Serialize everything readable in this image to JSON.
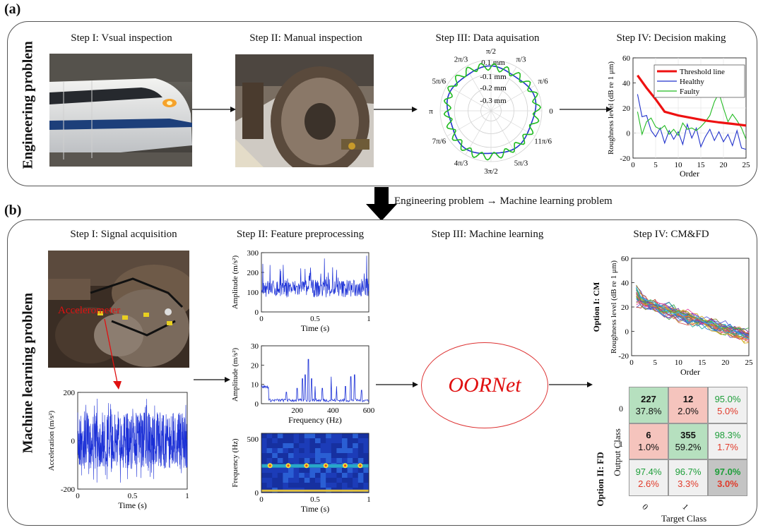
{
  "panel_a": {
    "label": "(a)",
    "side_title": "Engineering problem",
    "steps": [
      "Step I: Vsual inspection",
      "Step II: Manual inspection",
      "Step III: Data aquisation",
      "Step IV: Decision making"
    ],
    "polar": {
      "angle_labels": [
        "π/2",
        "π/3",
        "π/6",
        "0",
        "11π/6",
        "5π/3",
        "3π/2",
        "4π/3",
        "7π/6",
        "π",
        "5π/6",
        "2π/3"
      ],
      "radial_labels": [
        "0.1 mm",
        "-0.1 mm",
        "-0.2 mm",
        "-0.3 mm"
      ]
    },
    "decision_chart": {
      "ylabel": "Roughness level (dB re 1 μm)",
      "xlabel": "Order",
      "yticks": [
        "60",
        "40",
        "20",
        "0",
        "-20"
      ],
      "xticks": [
        "0",
        "5",
        "10",
        "15",
        "20",
        "25"
      ],
      "legend": [
        {
          "name": "Threshold line",
          "color": "#ee1111"
        },
        {
          "name": "Healthy",
          "color": "#2233cc"
        },
        {
          "name": "Faulty",
          "color": "#22bb22"
        }
      ]
    }
  },
  "transition": {
    "text": "Engineering problem → Machine learning problem"
  },
  "panel_b": {
    "label": "(b)",
    "side_title": "Machine learning problem",
    "steps": [
      "Step I: Signal acquisition",
      "Step II: Feature preprocessing",
      "Step III: Machine learning",
      "Step IV: CM&FD"
    ],
    "photo_annotation": "Accelerometer",
    "accel_chart": {
      "ylabel": "Acceleration (m/s²)",
      "xlabel": "Time (s)",
      "yticks": [
        "200",
        "0",
        "-200"
      ],
      "xticks": [
        "0",
        "0.5",
        "1"
      ]
    },
    "time_chart": {
      "ylabel": "Amplitude (m/s²)",
      "xlabel": "Time (s)",
      "yticks": [
        "300",
        "200",
        "100",
        "0"
      ],
      "xticks": [
        "0",
        "0.5",
        "1"
      ]
    },
    "freq_chart": {
      "ylabel": "Amplitude (m/s²)",
      "xlabel": "Frequency (Hz)",
      "yticks": [
        "30",
        "20",
        "10",
        "0"
      ],
      "xticks": [
        "200",
        "400",
        "600"
      ]
    },
    "spec_chart": {
      "ylabel": "Frequency (Hz)",
      "xlabel": "Time (s)",
      "yticks": [
        "500",
        "0"
      ],
      "xticks": [
        "0",
        "0.5",
        "1"
      ]
    },
    "model_name": "OORNet",
    "cm_chart": {
      "option_label": "Option I: CM",
      "ylabel": "Roughness level (dB re 1 μm)",
      "xlabel": "Order",
      "yticks": [
        "60",
        "40",
        "20",
        "0",
        "-20"
      ],
      "xticks": [
        "0",
        "5",
        "10",
        "15",
        "20",
        "25"
      ]
    },
    "confusion": {
      "option_label": "Option II: FD",
      "ylabel": "Output Class",
      "xlabel": "Target Class",
      "row_labels": [
        "0",
        "1"
      ],
      "col_labels": [
        "0",
        "1"
      ],
      "cells": [
        [
          {
            "count": "227",
            "pct": "37.8%"
          },
          {
            "count": "12",
            "pct": "2.0%"
          },
          {
            "top": "95.0%",
            "bottom": "5.0%"
          }
        ],
        [
          {
            "count": "6",
            "pct": "1.0%"
          },
          {
            "count": "355",
            "pct": "59.2%"
          },
          {
            "top": "98.3%",
            "bottom": "1.7%"
          }
        ],
        [
          {
            "top": "97.4%",
            "bottom": "2.6%"
          },
          {
            "top": "96.7%",
            "bottom": "3.3%"
          },
          {
            "top": "97.0%",
            "bottom": "3.0%"
          }
        ]
      ],
      "colors": {
        "correct": "#b6e0bf",
        "wrong": "#f5c4bd",
        "summary": "#f0f0f0",
        "total": "#c4c4c4",
        "good_text": "#1e9e3a",
        "bad_text": "#e03a2a"
      }
    }
  }
}
